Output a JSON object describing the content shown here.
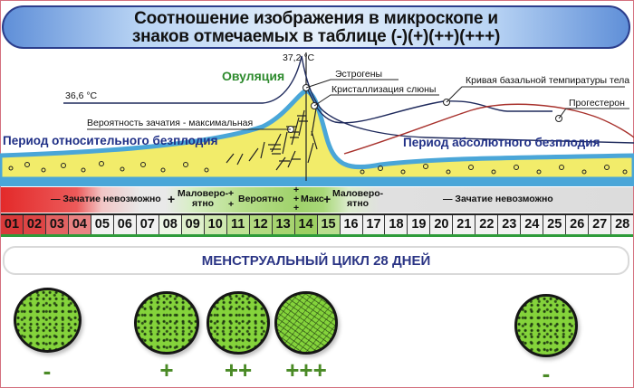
{
  "title": {
    "line1": "Соотношение изображения в микроскопе и",
    "line2": "знаков отмечаемых в таблице (-)(+)(++)(+++)"
  },
  "diagram": {
    "temp_high": "37,2 °C",
    "temp_low": "36,6 °C",
    "ovulation": "Овуляция",
    "max_probability": "Вероятность зачатия - максимальная",
    "estrogens": "Эстрогены",
    "saliva_crystallization": "Кристаллизация слюны",
    "basal_temp_curve": "Кривая базальной темпиратуры тела",
    "progesterone": "Прогестерон",
    "relative_infertility": "Период относительного безплодия",
    "absolute_infertility": "Период абсолютного безплодия"
  },
  "band": {
    "impossible_left": "— Зачатие невозможно",
    "unlikely_left_line1": "Маловеро-",
    "unlikely_left_line2": "ятно",
    "likely": "Вероятно",
    "max": "Макс",
    "unlikely_right_line1": "Маловеро-",
    "unlikely_right_line2": "ятно",
    "impossible_right": "— Зачатие невозможно",
    "plus": "+"
  },
  "days": [
    "01",
    "02",
    "03",
    "04",
    "05",
    "06",
    "07",
    "08",
    "09",
    "10",
    "11",
    "12",
    "13",
    "14",
    "15",
    "16",
    "17",
    "18",
    "19",
    "20",
    "21",
    "22",
    "23",
    "24",
    "25",
    "26",
    "27",
    "28"
  ],
  "cycle_label": "МЕНСТРУАЛЬНЫЙ ЦИКЛ 28 ДНЕЙ",
  "samples": [
    {
      "sign": "-"
    },
    {
      "sign": "+"
    },
    {
      "sign": "++"
    },
    {
      "sign": "+++"
    },
    {
      "sign": "-"
    }
  ],
  "colors": {
    "title_border": "#2c3e8c",
    "period_text": "#1f2f86",
    "ovulation_text": "#2e8b2e",
    "basal_curve": "#1f2a5c",
    "progesterone_curve": "#a8322d",
    "saliva_fill": "#f2ec6a",
    "saliva_edge": "#4aa6d8",
    "sample_green": "#84d33b",
    "sign_green": "#4a8a26"
  }
}
